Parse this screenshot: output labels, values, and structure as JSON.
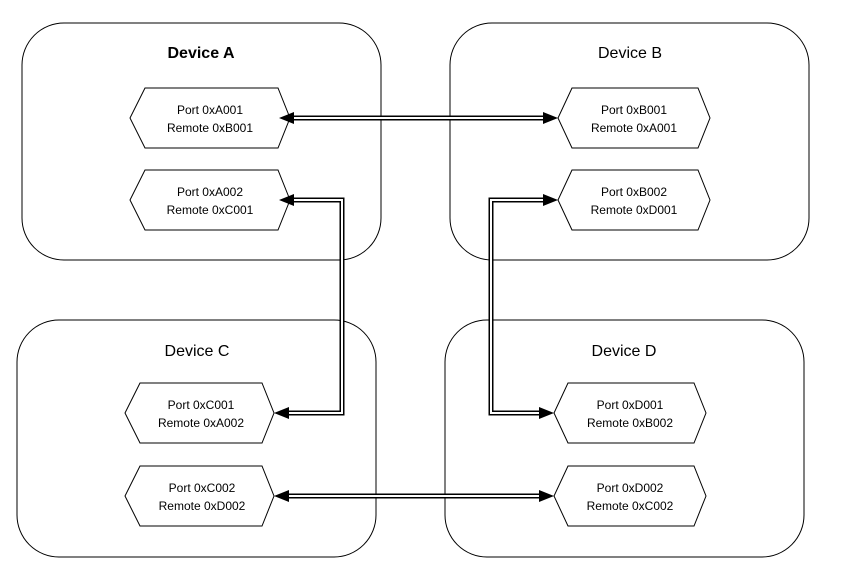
{
  "devices": {
    "a": {
      "title": "Device A",
      "ports": [
        {
          "port": "Port 0xA001",
          "remote": "Remote 0xB001"
        },
        {
          "port": "Port 0xA002",
          "remote": "Remote 0xC001"
        }
      ]
    },
    "b": {
      "title": "Device B",
      "ports": [
        {
          "port": "Port 0xB001",
          "remote": "Remote 0xA001"
        },
        {
          "port": "Port 0xB002",
          "remote": "Remote 0xD001"
        }
      ]
    },
    "c": {
      "title": "Device C",
      "ports": [
        {
          "port": "Port 0xC001",
          "remote": "Remote 0xA002"
        },
        {
          "port": "Port 0xC002",
          "remote": "Remote 0xD002"
        }
      ]
    },
    "d": {
      "title": "Device D",
      "ports": [
        {
          "port": "Port 0xD001",
          "remote": "Remote 0xB002"
        },
        {
          "port": "Port 0xD002",
          "remote": "Remote 0xC002"
        }
      ]
    }
  },
  "connections": [
    {
      "from": "Port 0xA001",
      "to": "Port 0xB001"
    },
    {
      "from": "Port 0xA002",
      "to": "Port 0xC001"
    },
    {
      "from": "Port 0xB002",
      "to": "Port 0xD001"
    },
    {
      "from": "Port 0xC002",
      "to": "Port 0xD002"
    }
  ]
}
